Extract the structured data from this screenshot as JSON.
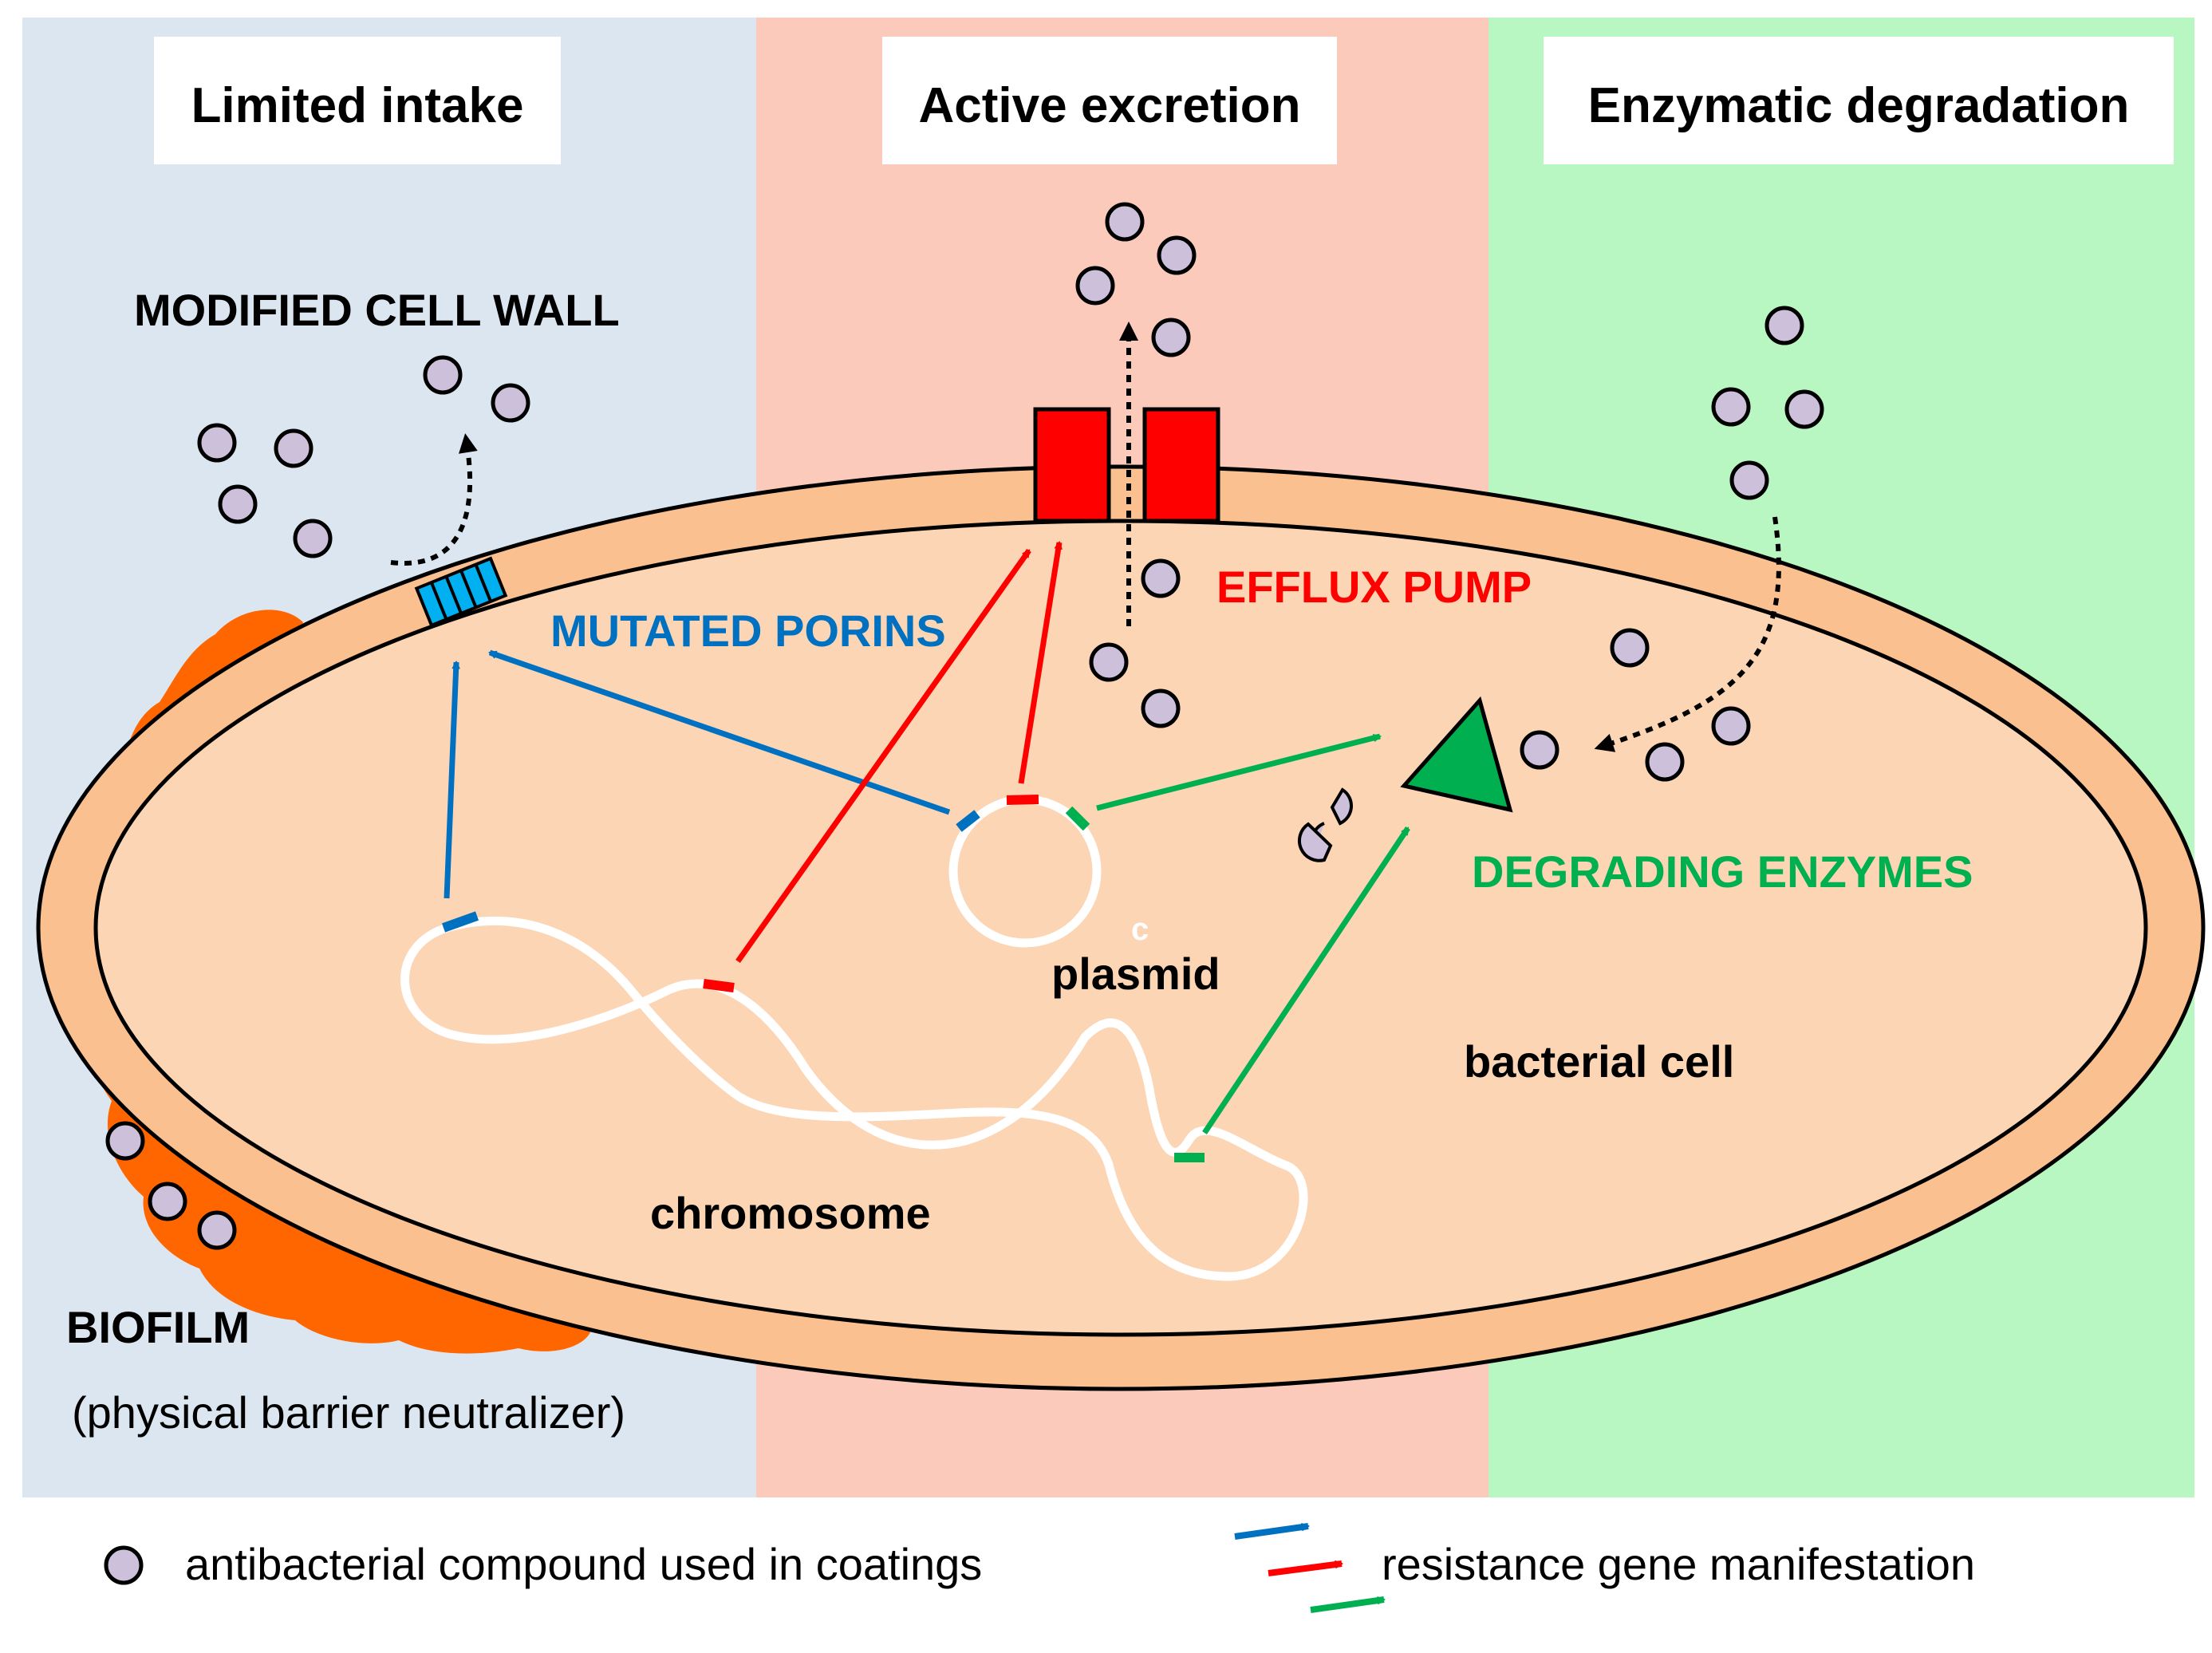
{
  "panels": [
    {
      "key": "intake",
      "title": "Limited intake",
      "color": "#dce6f1"
    },
    {
      "key": "excretion",
      "title": "Active excretion",
      "color": "#fbcabb"
    },
    {
      "key": "degradation",
      "title": "Enzymatic degradation",
      "color": "#b8f7c1"
    }
  ],
  "labels": {
    "modified_cell_wall": "MODIFIED CELL WALL",
    "mutated_porins": "MUTATED PORINS",
    "efflux_pump": "EFFLUX PUMP",
    "degrading_enzymes": "DEGRADING ENZYMES",
    "plasmid": "plasmid",
    "plasmid_mark": "c",
    "bacterial_cell": "bacterial cell",
    "chromosome": "chromosome",
    "biofilm": "BIOFILM",
    "biofilm_note": "(physical barrier neutralizer)"
  },
  "legend": {
    "compound": "antibacterial compound used in coatings",
    "gene": "resistance gene manifestation"
  },
  "colors": {
    "porin_blue": "#0070c0",
    "efflux_red": "#ff0000",
    "enzyme_green": "#00b050",
    "compound_fill": "#ccc0da",
    "biofilm": "#ff6600",
    "cell_wall": "#fac090",
    "cytoplasm": "#fcd5b4"
  }
}
